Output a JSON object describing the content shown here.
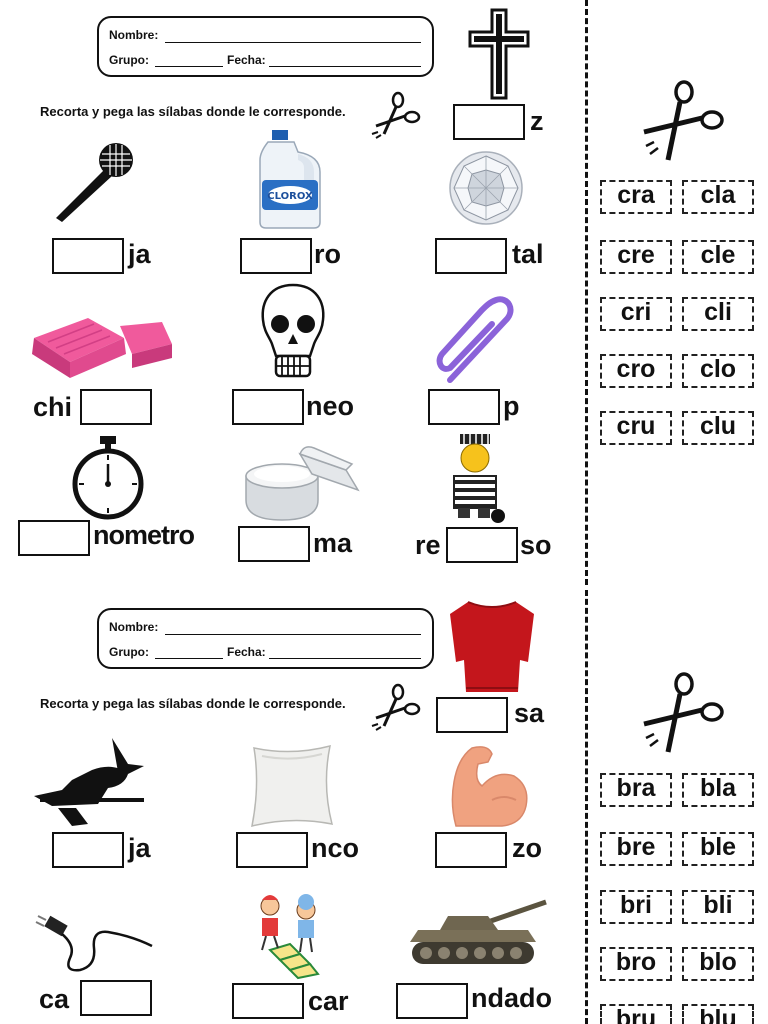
{
  "worksheets": [
    {
      "header": {
        "name_label": "Nombre:",
        "group_label": "Grupo:",
        "date_label": "Fecha:"
      },
      "instruction": "Recorta y pega las sílabas donde le corresponde.",
      "items": [
        {
          "suffix": "z",
          "icon": "cross-icon"
        },
        {
          "suffix": "ja",
          "icon": "microphone-icon"
        },
        {
          "suffix": "ro",
          "icon": "bleach-bottle-icon"
        },
        {
          "suffix": "tal",
          "icon": "diamond-icon"
        },
        {
          "prefix": "chi",
          "icon": "chewing-gum-icon"
        },
        {
          "suffix": "neo",
          "icon": "skull-icon"
        },
        {
          "suffix": "p",
          "icon": "paperclip-icon"
        },
        {
          "suffix": "nometro",
          "icon": "stopwatch-icon"
        },
        {
          "suffix": "ma",
          "icon": "cream-jar-icon"
        },
        {
          "prefix": "re",
          "suffix": "so",
          "icon": "prisoner-icon"
        }
      ],
      "cutouts": [
        "cra",
        "cla",
        "cre",
        "cle",
        "cri",
        "cli",
        "cro",
        "clo",
        "cru",
        "clu"
      ]
    },
    {
      "header": {
        "name_label": "Nombre:",
        "group_label": "Grupo:",
        "date_label": "Fecha:"
      },
      "instruction": "Recorta y pega las sílabas donde le corresponde.",
      "items": [
        {
          "suffix": "sa",
          "icon": "blouse-icon"
        },
        {
          "suffix": "ja",
          "icon": "witch-icon"
        },
        {
          "suffix": "nco",
          "icon": "cushion-icon"
        },
        {
          "suffix": "zo",
          "icon": "arm-muscle-icon"
        },
        {
          "prefix": "ca",
          "icon": "cable-icon"
        },
        {
          "suffix": "car",
          "icon": "hopscotch-kids-icon"
        },
        {
          "suffix": "ndado",
          "icon": "tank-icon"
        }
      ],
      "cutouts": [
        "bra",
        "bla",
        "bre",
        "ble",
        "bri",
        "bli",
        "bro",
        "blo",
        "bru",
        "blu"
      ]
    }
  ]
}
